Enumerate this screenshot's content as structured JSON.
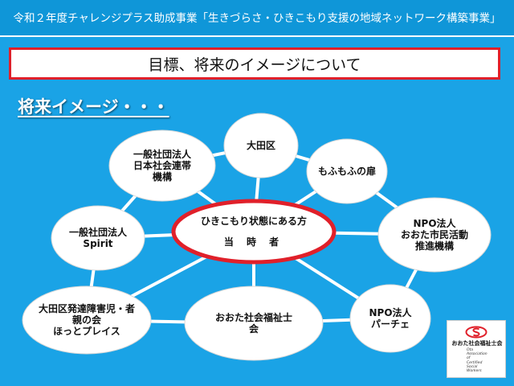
{
  "header": {
    "title": "令和２年度チャレンジプラス助成事業「生きづらさ・ひきこもり支援の地域ネットワーク構築事業」"
  },
  "title_box": {
    "text": "目標、将来のイメージについて"
  },
  "section": {
    "heading": "将来イメージ・・・"
  },
  "diagram": {
    "center": {
      "line1": "ひきこもり状態にある方",
      "line2": "当 時 者"
    },
    "nodes": [
      {
        "id": "ota-ku",
        "lines": [
          "大田区"
        ]
      },
      {
        "id": "mofumofu",
        "lines": [
          "もふもふの扉"
        ]
      },
      {
        "id": "npo-ota-shimin",
        "lines": [
          "NPO法人",
          "おおた市民活動",
          "推進機構"
        ]
      },
      {
        "id": "npo-parche",
        "lines": [
          "NPO法人",
          "パーチェ"
        ]
      },
      {
        "id": "ota-shakyo",
        "lines": [
          "おおた社会福祉士",
          "会"
        ]
      },
      {
        "id": "oya-no-kai",
        "lines": [
          "大田区発達障害児・者",
          "親の会",
          "ほっとプレイス"
        ]
      },
      {
        "id": "spirit",
        "lines": [
          "一般社団法人",
          "Spirit"
        ]
      },
      {
        "id": "rentai",
        "lines": [
          "一般社団法人",
          "日本社会連帯",
          "機構"
        ]
      }
    ]
  },
  "logo": {
    "name": "おおた社会福祉士会",
    "en_lines": [
      "Ota",
      "Association",
      "of",
      "Certified",
      "Social",
      "Workers"
    ]
  },
  "colors": {
    "background": "#1aa3e6",
    "accent_red": "#e0202a",
    "node_fill": "#ffffff",
    "link": "#ffffff"
  }
}
